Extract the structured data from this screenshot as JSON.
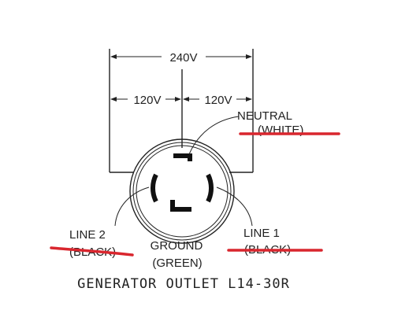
{
  "voltages": {
    "total": "240V",
    "left_half": "120V",
    "right_half": "120V"
  },
  "labels": {
    "neutral": "NEUTRAL",
    "neutral_color": "(WHITE)",
    "line2": "LINE 2",
    "line2_color": "(BLACK)",
    "ground": "GROUND",
    "ground_color": "(GREEN)",
    "line1": "LINE 1",
    "line1_color": "(BLACK)"
  },
  "title": "GENERATOR OUTLET L14-30R",
  "colors": {
    "strike": "#d9262e",
    "ink": "#222222"
  }
}
